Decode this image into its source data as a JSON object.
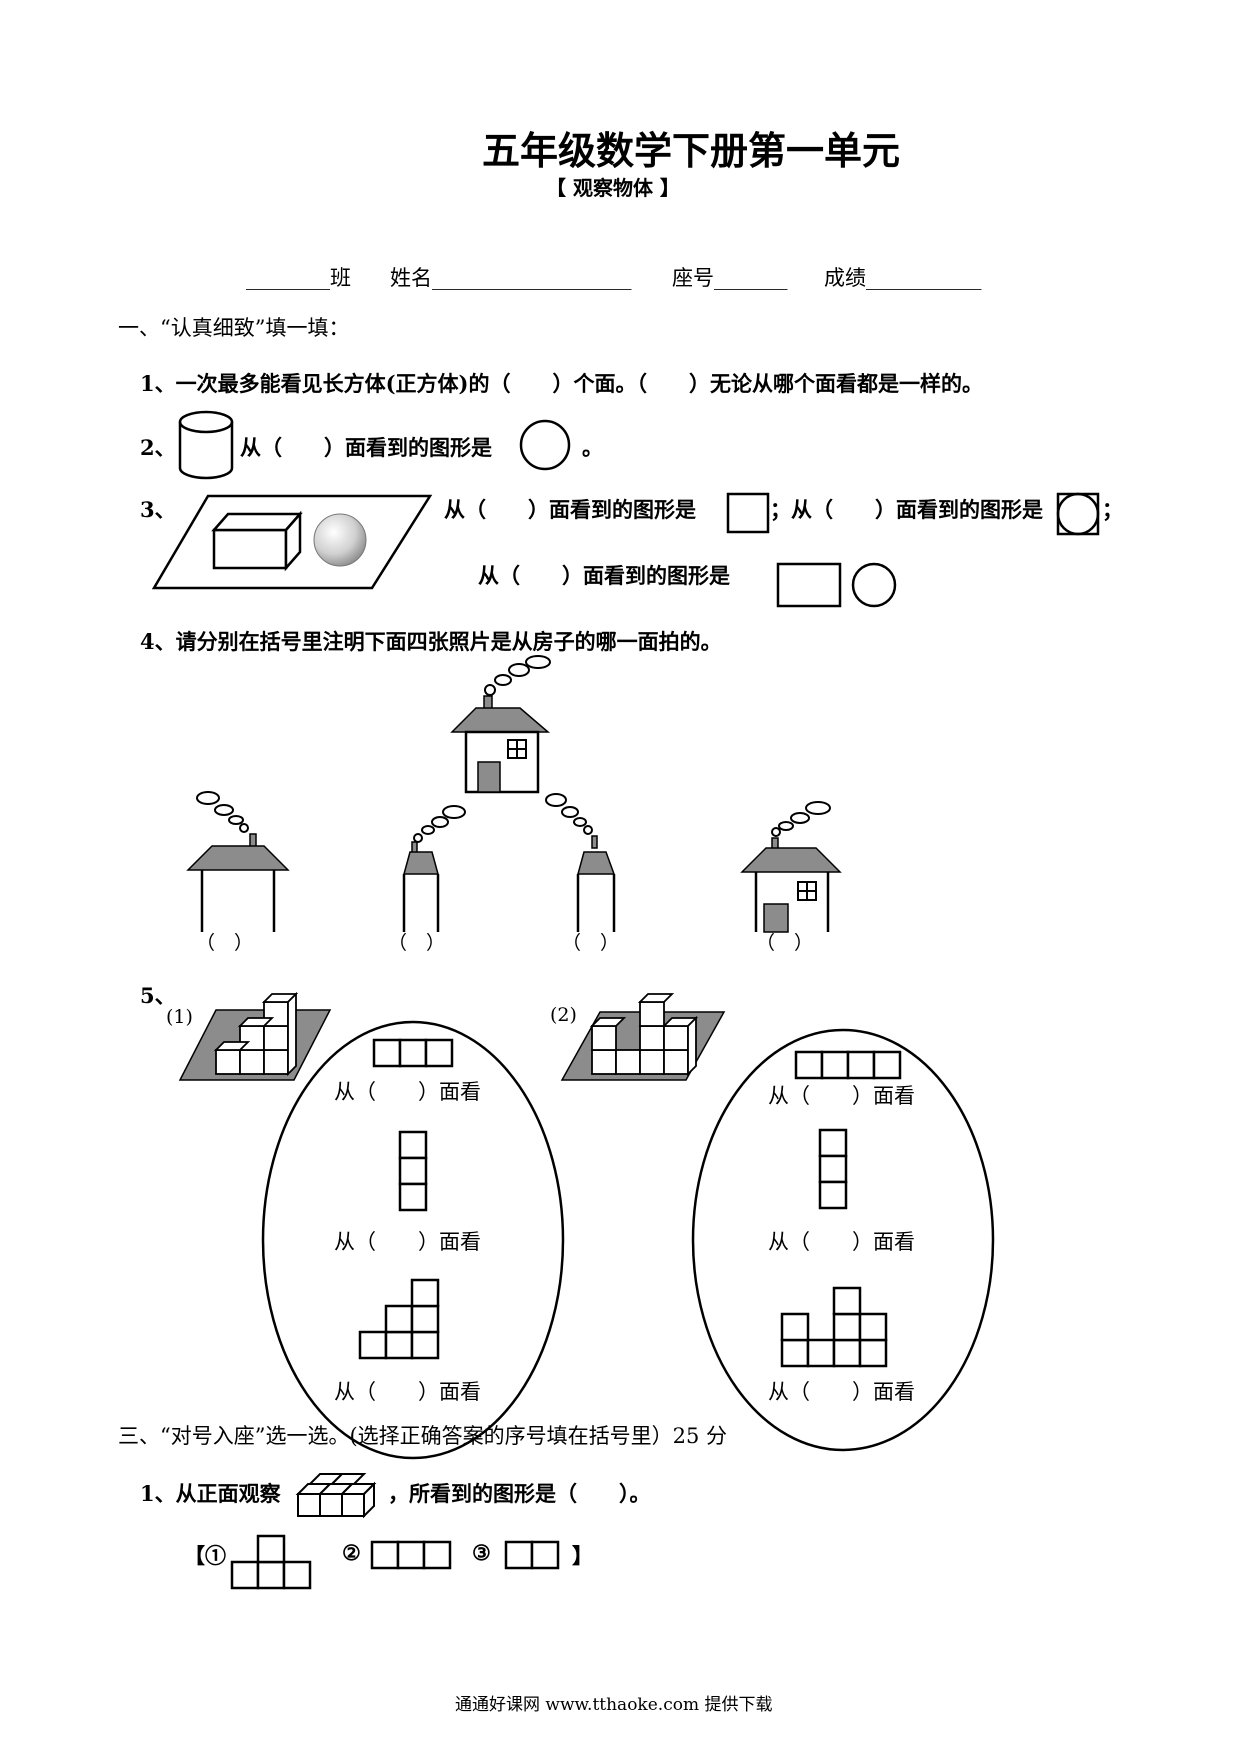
{
  "header": {
    "title": "五年级数学下册第一单元",
    "subtitle": "【 观察物体 】"
  },
  "student_info": {
    "class_blank": "________班",
    "name_label": "姓名___________________",
    "seat_label": "座号_______",
    "score_label": "成绩___________"
  },
  "section1": {
    "heading": "一、“认真细致”填一填：",
    "q1": "1、一次最多能看见长方体(正方体)的（　　）个面。（　　）无论从哪个面看都是一样的。",
    "q2_num": "2、",
    "q2_text": "从（　　）面看到的图形是",
    "q2_end": "。",
    "q3_num": "3、",
    "q3_a": "从（　　）面看到的图形是",
    "q3_b": "；从（　　）面看到的图形是",
    "q3_end": "；",
    "q3_c": "从（　　）面看到的图形是",
    "q4": "4、请分别在括号里注明下面四张照片是从房子的哪一面拍的。",
    "q4_blanks": [
      "（　）",
      "（　）",
      "（　）",
      "（　）"
    ],
    "q5_num": "5、",
    "q5_label1": "(1)",
    "q5_label2": "(2)",
    "q5_view": "从（　　）面看"
  },
  "section3": {
    "heading": "三、“对号入座”选一选。(选择正确答案的序号填在括号里）25 分",
    "q1_a": "1、从正面观察",
    "q1_b": "，所看到的图形是（　　）。",
    "opt_open": "【①",
    "opt_2": "②",
    "opt_3": "③",
    "opt_close": "】"
  },
  "footer": {
    "text": "通通好课网  www.tthaoke.com  提供下载"
  }
}
